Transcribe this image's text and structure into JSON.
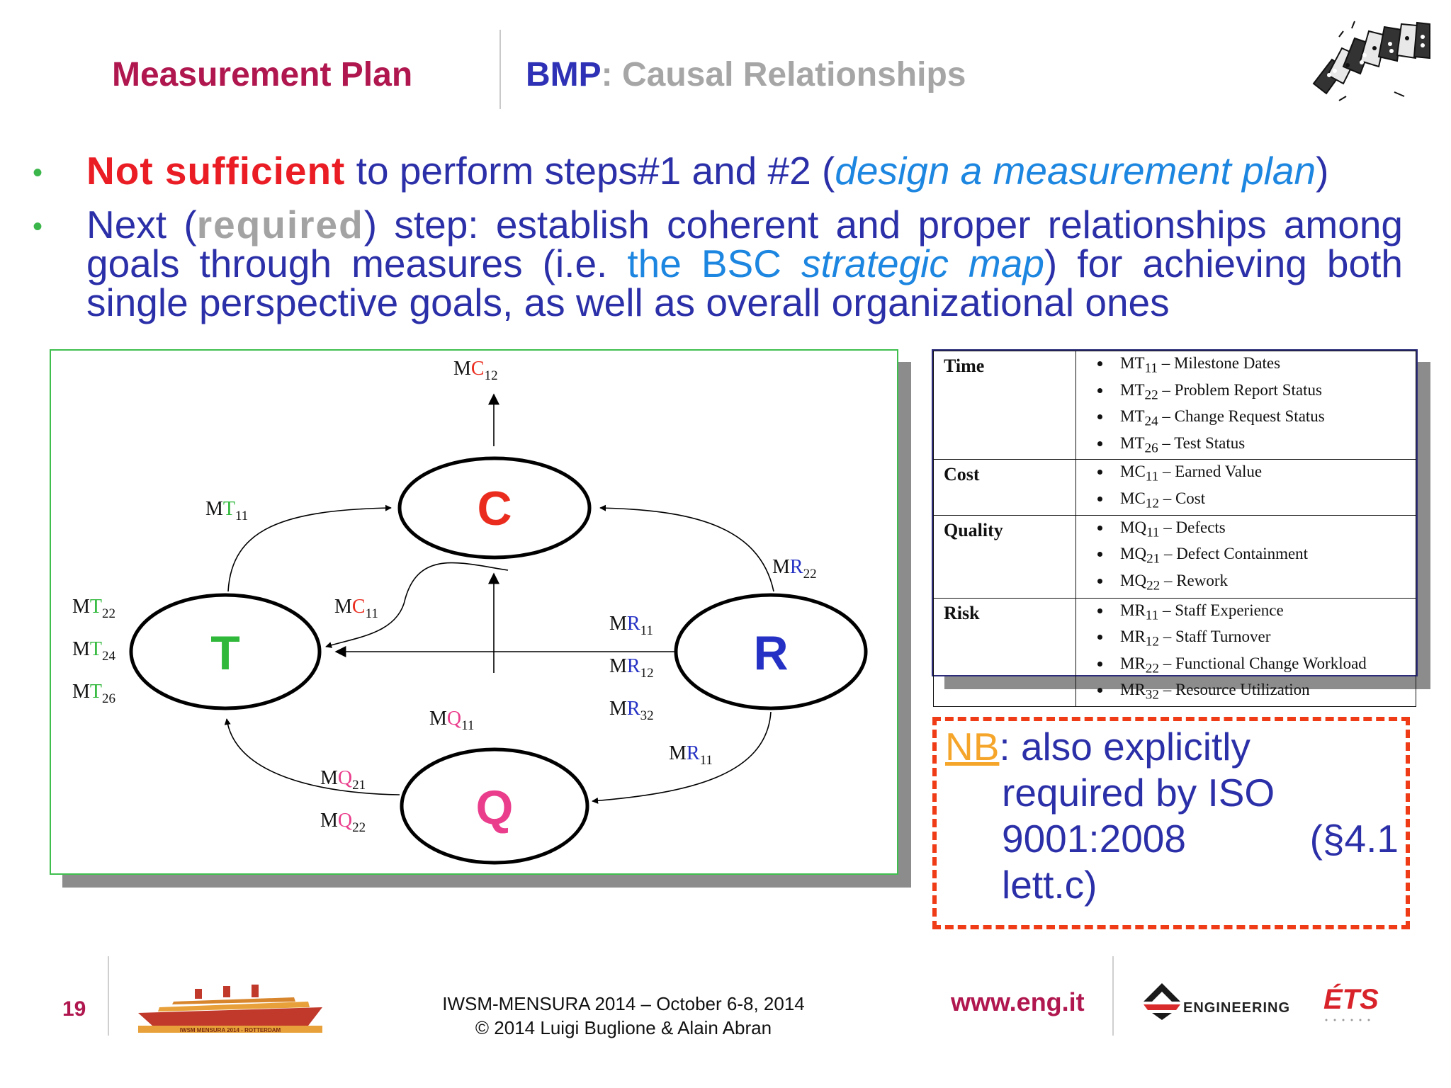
{
  "header": {
    "left_title": "Measurement Plan",
    "right_title_prefix": "BMP",
    "right_title_rest": ": Causal Relationships"
  },
  "bullets": {
    "b1": {
      "red": "Not sufficient",
      "mid": " to perform steps#1 and #2 (",
      "italic": "design a measurement plan",
      "end": ")"
    },
    "b2": {
      "start": "Next (",
      "grey": "required",
      "mid": ") step: establish coherent and proper relationships among goals through measures (i.e. ",
      "light": "the BSC ",
      "italic": "strategic map",
      "end": ") for achieving both single perspective goals, as well as overall organizational ones"
    }
  },
  "diagram": {
    "nodes": {
      "c": "C",
      "t": "T",
      "r": "R",
      "q": "Q"
    },
    "labels": {
      "mc12": {
        "p": "M",
        "k": "C",
        "s": "12"
      },
      "mt11": {
        "p": "M",
        "k": "T",
        "s": "11"
      },
      "mc11": {
        "p": "M",
        "k": "C",
        "s": "11"
      },
      "mr22": {
        "p": "M",
        "k": "R",
        "s": "22"
      },
      "mt22": {
        "p": "M",
        "k": "T",
        "s": "22"
      },
      "mt24": {
        "p": "M",
        "k": "T",
        "s": "24"
      },
      "mt26": {
        "p": "M",
        "k": "T",
        "s": "26"
      },
      "mr11a": {
        "p": "M",
        "k": "R",
        "s": "11"
      },
      "mr12": {
        "p": "M",
        "k": "R",
        "s": "12"
      },
      "mr32": {
        "p": "M",
        "k": "R",
        "s": "32"
      },
      "mq11": {
        "p": "M",
        "k": "Q",
        "s": "11"
      },
      "mr11b": {
        "p": "M",
        "k": "R",
        "s": "11"
      },
      "mq21": {
        "p": "M",
        "k": "Q",
        "s": "21"
      },
      "mq22": {
        "p": "M",
        "k": "Q",
        "s": "22"
      }
    },
    "colors": {
      "C": "#ea2c1e",
      "T": "#2fb83a",
      "R": "#2531c4",
      "Q": "#ea3d8c"
    }
  },
  "table": {
    "rows": [
      {
        "cat": "Time",
        "items": [
          {
            "code": "MT",
            "sub": "11",
            "text": " – Milestone Dates"
          },
          {
            "code": "MT",
            "sub": "22",
            "text": " – Problem Report Status"
          },
          {
            "code": "MT",
            "sub": "24",
            "text": " – Change Request Status"
          },
          {
            "code": "MT",
            "sub": "26",
            "text": " – Test Status"
          }
        ]
      },
      {
        "cat": "Cost",
        "items": [
          {
            "code": "MC",
            "sub": "11",
            "text": " – Earned Value"
          },
          {
            "code": "MC",
            "sub": "12",
            "text": " – Cost"
          }
        ]
      },
      {
        "cat": "Quality",
        "items": [
          {
            "code": "MQ",
            "sub": "11",
            "text": " – Defects"
          },
          {
            "code": "MQ",
            "sub": "21",
            "text": " – Defect Containment"
          },
          {
            "code": "MQ",
            "sub": "22",
            "text": " – Rework"
          }
        ]
      },
      {
        "cat": "Risk",
        "items": [
          {
            "code": "MR",
            "sub": "11",
            "text": " – Staff Experience"
          },
          {
            "code": "MR",
            "sub": "12",
            "text": " – Staff Turnover"
          },
          {
            "code": "MR",
            "sub": "22",
            "text": " – Functional Change Workload"
          },
          {
            "code": "MR",
            "sub": "32",
            "text": " – Resource Utilization"
          }
        ]
      }
    ]
  },
  "nb": {
    "tag": "NB",
    "line1": ": also explicitly",
    "line2": "required by ISO",
    "line3a": "9001:2008",
    "line3b": "(§4.1",
    "line4": "lett.c)"
  },
  "footer": {
    "page_number": "19",
    "conference_line1": "IWSM-MENSURA 2014 – October 6-8, 2014",
    "conference_line2": "© 2014 Luigi Buglione & Alain Abran",
    "url": "www.eng.it",
    "engineering_logo_text": "ENGINEERING",
    "ets_logo_text": "ÉTS",
    "ship_logo_text": "IWSM MENSURA 2014 - ROTTERDAM"
  }
}
